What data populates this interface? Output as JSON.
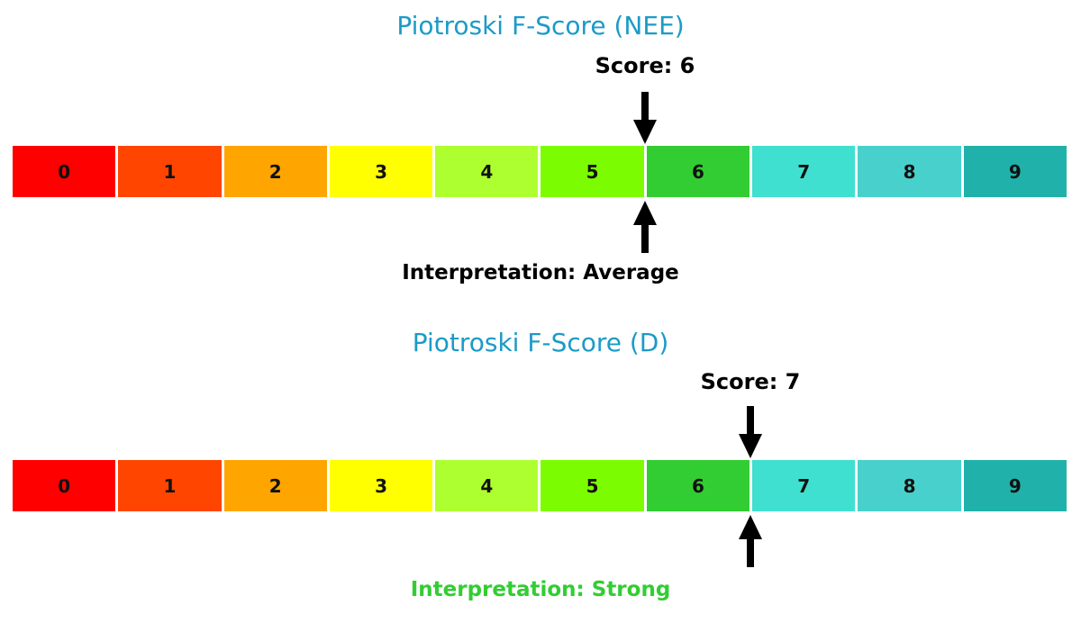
{
  "colors": {
    "title": "#1b9bc7",
    "arrow": "#000000",
    "background": "#ffffff"
  },
  "scale": {
    "min": 0,
    "max": 10,
    "segments": [
      {
        "label": "0",
        "color": "#ff0000"
      },
      {
        "label": "1",
        "color": "#ff4500"
      },
      {
        "label": "2",
        "color": "#ffa500"
      },
      {
        "label": "3",
        "color": "#ffff00"
      },
      {
        "label": "4",
        "color": "#adff2f"
      },
      {
        "label": "5",
        "color": "#7cfc00"
      },
      {
        "label": "6",
        "color": "#32cd32"
      },
      {
        "label": "7",
        "color": "#40e0d0"
      },
      {
        "label": "8",
        "color": "#48d1cc"
      },
      {
        "label": "9",
        "color": "#20b2aa"
      }
    ]
  },
  "charts": [
    {
      "title": "Piotroski F-Score (NEE)",
      "score": 6,
      "score_label": "Score: 6",
      "interpretation_label": "Interpretation: Average",
      "interpretation_color": "#000000"
    },
    {
      "title": "Piotroski F-Score (D)",
      "score": 7,
      "score_label": "Score: 7",
      "interpretation_label": "Interpretation: Strong",
      "interpretation_color": "#32cd32"
    }
  ],
  "chart_data": [
    {
      "type": "gauge",
      "title": "Piotroski F-Score (NEE)",
      "score": 6,
      "score_annotation": "Score: 6",
      "interpretation": "Average",
      "scale_categories": [
        "0",
        "1",
        "2",
        "3",
        "4",
        "5",
        "6",
        "7",
        "8",
        "9"
      ],
      "scale_colors": [
        "#ff0000",
        "#ff4500",
        "#ffa500",
        "#ffff00",
        "#adff2f",
        "#7cfc00",
        "#32cd32",
        "#40e0d0",
        "#48d1cc",
        "#20b2aa"
      ],
      "axis_range": [
        0,
        10
      ],
      "marker": "black arrows above and below scale at value 6"
    },
    {
      "type": "gauge",
      "title": "Piotroski F-Score (D)",
      "score": 7,
      "score_annotation": "Score: 7",
      "interpretation": "Strong",
      "scale_categories": [
        "0",
        "1",
        "2",
        "3",
        "4",
        "5",
        "6",
        "7",
        "8",
        "9"
      ],
      "scale_colors": [
        "#ff0000",
        "#ff4500",
        "#ffa500",
        "#ffff00",
        "#adff2f",
        "#7cfc00",
        "#32cd32",
        "#40e0d0",
        "#48d1cc",
        "#20b2aa"
      ],
      "axis_range": [
        0,
        10
      ],
      "marker": "black arrows above and below scale at value 7"
    }
  ]
}
